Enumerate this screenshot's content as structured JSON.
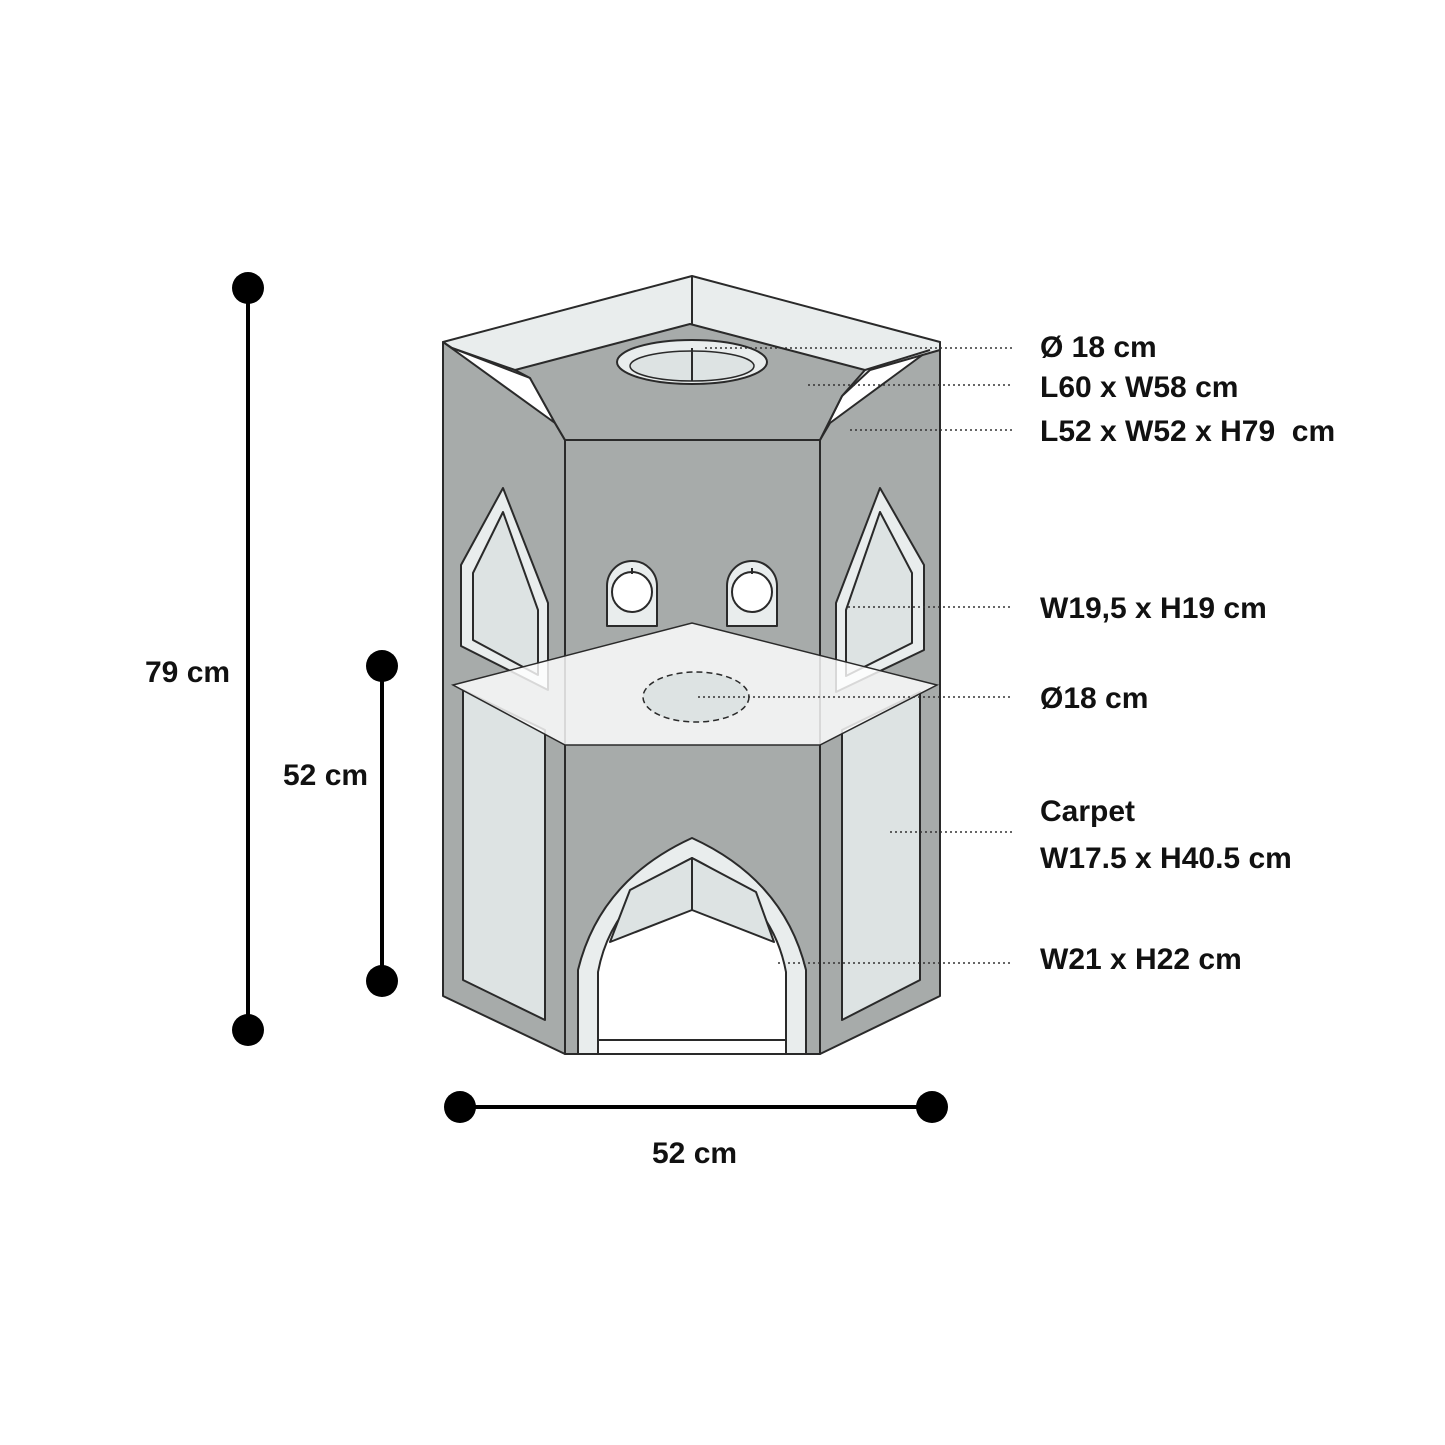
{
  "colors": {
    "body": "#a7abaa",
    "light_panel": "#dde3e3",
    "rim": "#e9eded",
    "outline": "#2a2a2a",
    "dim_line": "#000000"
  },
  "dimensions": {
    "total_height": "79 cm",
    "platform_height": "52 cm",
    "base_width": "52 cm"
  },
  "labels": [
    {
      "id": "top-hole",
      "lines": [
        "Ø 18 cm"
      ]
    },
    {
      "id": "top-platform",
      "lines": [
        "L60 x W58 cm"
      ]
    },
    {
      "id": "overall-size",
      "lines": [
        "L52 x W52 x H79  cm"
      ]
    },
    {
      "id": "window",
      "lines": [
        "W19,5 x H19 cm"
      ]
    },
    {
      "id": "mid-hole",
      "lines": [
        "Ø18 cm"
      ]
    },
    {
      "id": "carpet",
      "lines": [
        "Carpet",
        "W17.5 x H40.5 cm"
      ]
    },
    {
      "id": "entrance",
      "lines": [
        "W21 x H22 cm"
      ]
    }
  ]
}
